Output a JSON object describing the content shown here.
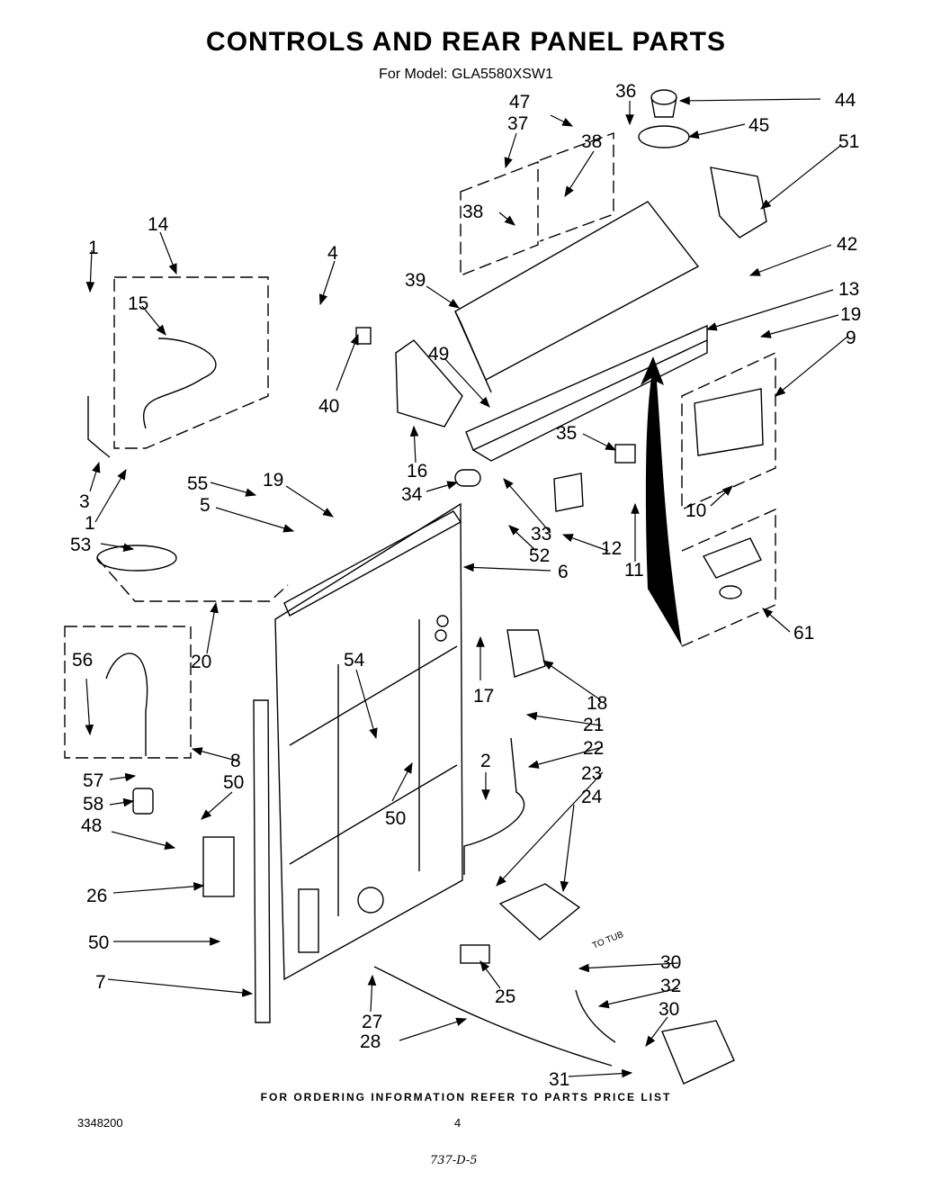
{
  "title": "CONTROLS AND REAR PANEL PARTS",
  "model_line": "For Model: GLA5580XSW1",
  "callouts": [
    "44",
    "36",
    "45",
    "47",
    "37",
    "38",
    "38",
    "51",
    "14",
    "42",
    "1",
    "4",
    "39",
    "13",
    "15",
    "19",
    "40",
    "49",
    "9",
    "16",
    "3",
    "55",
    "35",
    "19",
    "34",
    "1",
    "5",
    "10",
    "53",
    "33",
    "52",
    "12",
    "6",
    "11",
    "61",
    "20",
    "56",
    "54",
    "17",
    "18",
    "21",
    "2",
    "22",
    "8",
    "23",
    "57",
    "50",
    "24",
    "58",
    "48",
    "50",
    "26",
    "50",
    "30",
    "32",
    "7",
    "27",
    "25",
    "30",
    "28",
    "31"
  ],
  "to_tub_label": "TO TUB",
  "footer_note": "FOR ORDERING INFORMATION REFER TO PARTS PRICE LIST",
  "doc_number": "3348200",
  "page_number": "4",
  "handwritten_note": "737-D-5"
}
